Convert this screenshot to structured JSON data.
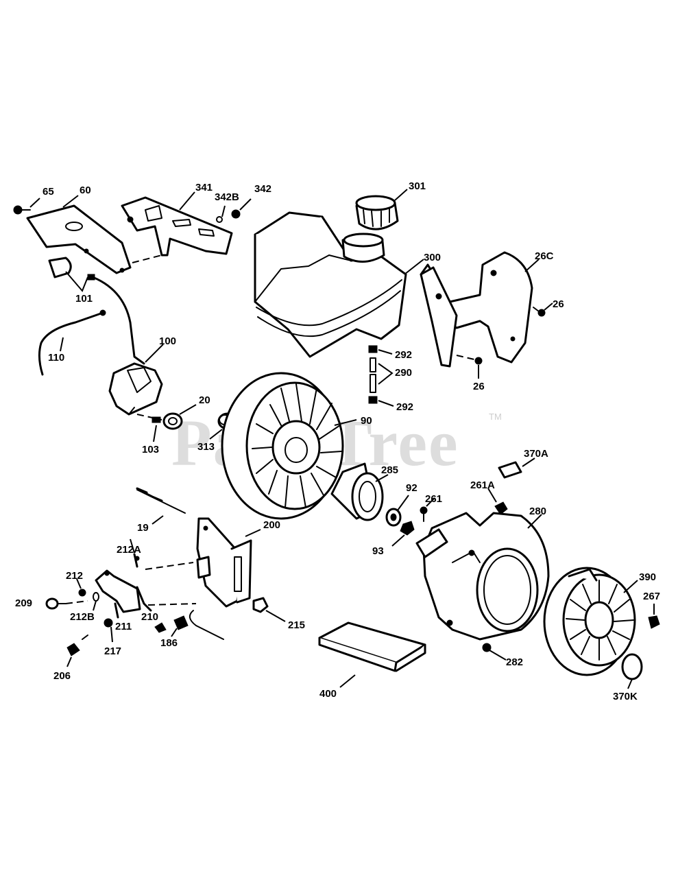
{
  "watermark": {
    "text": "PartsTree",
    "trademark": "TM"
  },
  "labels": {
    "l65": "65",
    "l60": "60",
    "l341": "341",
    "l342B": "342B",
    "l342": "342",
    "l301": "301",
    "l300": "300",
    "l26C": "26C",
    "l26a": "26",
    "l26b": "26",
    "l101": "101",
    "l110": "110",
    "l100": "100",
    "l20": "20",
    "l103": "103",
    "l313": "313",
    "l90": "90",
    "l292a": "292",
    "l290": "290",
    "l292b": "292",
    "l370A": "370A",
    "l285": "285",
    "l92": "92",
    "l261": "261",
    "l261A": "261A",
    "l280": "280",
    "l93": "93",
    "l19": "19",
    "l200": "200",
    "l212A": "212A",
    "l212": "212",
    "l209": "209",
    "l212B": "212B",
    "l211": "211",
    "l210": "210",
    "l186": "186",
    "l217": "217",
    "l206": "206",
    "l215": "215",
    "l400": "400",
    "l282": "282",
    "l390": "390",
    "l267": "267",
    "l370K": "370K"
  }
}
